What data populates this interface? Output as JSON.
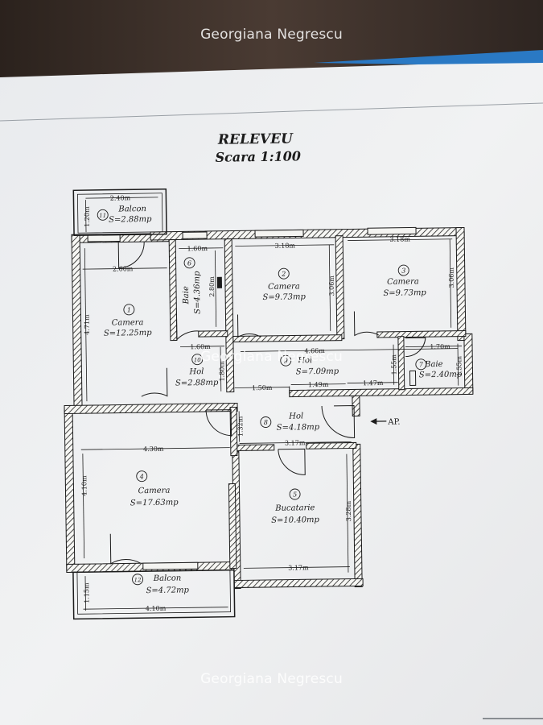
{
  "watermark": "Georgiana Negrescu",
  "plan": {
    "title": "RELEVEU",
    "scale": "Scara 1:100",
    "entrance_label": "AP.",
    "rooms": [
      {
        "id": "r1",
        "num": "1",
        "name": "Camera",
        "area": "S=12.25mp"
      },
      {
        "id": "r2",
        "num": "2",
        "name": "Camera",
        "area": "S=9.73mp"
      },
      {
        "id": "r3",
        "num": "3",
        "name": "Camera",
        "area": "S=9.73mp"
      },
      {
        "id": "r4",
        "num": "4",
        "name": "Camera",
        "area": "S=17.63mp"
      },
      {
        "id": "r5",
        "num": "5",
        "name": "Bucatarie",
        "area": "S=10.40mp"
      },
      {
        "id": "r6",
        "num": "6",
        "name": "Baie",
        "area": "S=4.36mp"
      },
      {
        "id": "r7",
        "num": "7",
        "name": "Baie",
        "area": "S=2.40mp"
      },
      {
        "id": "r8",
        "num": "8",
        "name": "Hol",
        "area": "S=4.18mp"
      },
      {
        "id": "r9",
        "num": "9",
        "name": "Hol",
        "area": "S=7.09mp"
      },
      {
        "id": "r10",
        "num": "10",
        "name": "Hol",
        "area": "S=2.88mp"
      },
      {
        "id": "r11",
        "num": "11",
        "name": "Balcon",
        "area": "S=2.88mp"
      },
      {
        "id": "r12",
        "num": "12",
        "name": "Balcon",
        "area": "S=4.72mp"
      }
    ],
    "dimensions": [
      {
        "id": "d1",
        "label": "2.40m"
      },
      {
        "id": "d2",
        "label": "1.20m"
      },
      {
        "id": "d3",
        "label": "2.60m"
      },
      {
        "id": "d4",
        "label": "4.71m"
      },
      {
        "id": "d5",
        "label": "1.60m"
      },
      {
        "id": "d6",
        "label": "2.80m"
      },
      {
        "id": "d7",
        "label": "1.60m"
      },
      {
        "id": "d8",
        "label": "1.80m"
      },
      {
        "id": "d9",
        "label": "3.18m"
      },
      {
        "id": "d10",
        "label": "3.06m"
      },
      {
        "id": "d11",
        "label": "3.18m"
      },
      {
        "id": "d12",
        "label": "3.06m"
      },
      {
        "id": "d13",
        "label": "4.66m"
      },
      {
        "id": "d14",
        "label": "1.70m"
      },
      {
        "id": "d15",
        "label": "1.55m"
      },
      {
        "id": "d16",
        "label": "1.55m"
      },
      {
        "id": "d17",
        "label": "1.50m"
      },
      {
        "id": "d18",
        "label": "1.49m"
      },
      {
        "id": "d19",
        "label": "1.47m"
      },
      {
        "id": "d20",
        "label": "1.32m"
      },
      {
        "id": "d21",
        "label": "4.30m"
      },
      {
        "id": "d22",
        "label": "3.17m"
      },
      {
        "id": "d23",
        "label": "4.10m"
      },
      {
        "id": "d24",
        "label": "3.28m"
      },
      {
        "id": "d25",
        "label": "3.17m"
      },
      {
        "id": "d26",
        "label": "1.15m"
      },
      {
        "id": "d27",
        "label": "4.10m"
      }
    ]
  }
}
